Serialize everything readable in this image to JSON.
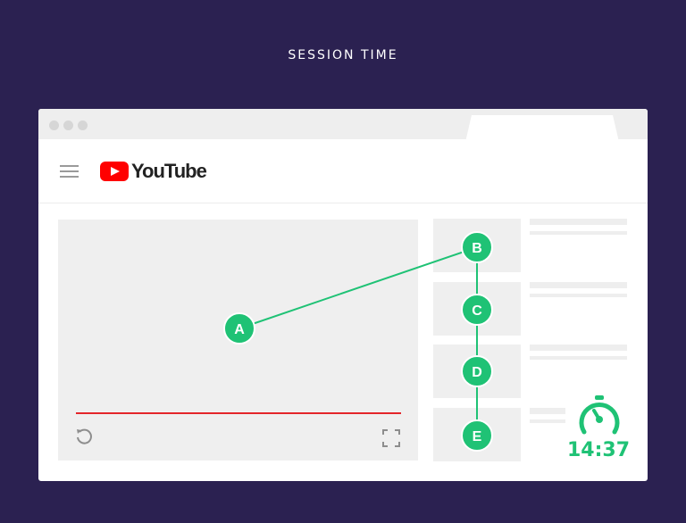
{
  "heading": "SESSION TIME",
  "header": {
    "brand": "YouTube"
  },
  "journey": {
    "nodes": [
      "A",
      "B",
      "C",
      "D",
      "E"
    ]
  },
  "timer": {
    "value": "14:37"
  },
  "colors": {
    "background": "#2b2151",
    "accent": "#1fc275",
    "brand_red": "#ff0000",
    "progress": "#e4252a"
  },
  "icons": [
    "hamburger-icon",
    "youtube-play-icon",
    "replay-icon",
    "fullscreen-icon",
    "stopwatch-icon"
  ]
}
